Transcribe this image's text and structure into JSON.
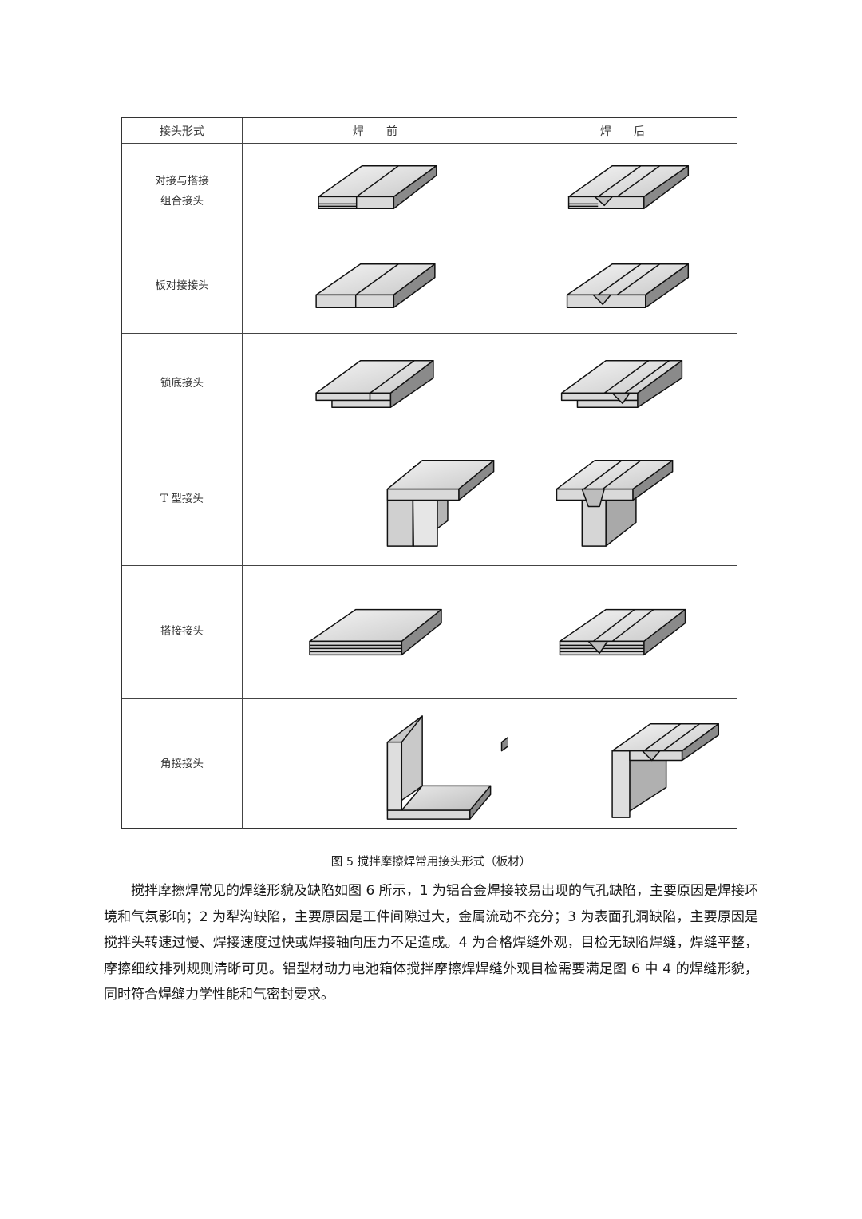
{
  "table": {
    "header": {
      "joint_form": "接头形式",
      "before": "焊　　前",
      "after": "焊　　后"
    },
    "rows": [
      {
        "label": "对接与搭接\n组合接头"
      },
      {
        "label": "板对接接头"
      },
      {
        "label": "锁底接头"
      },
      {
        "label": "T 型接头"
      },
      {
        "label": "搭接接头"
      },
      {
        "label": "角接接头"
      }
    ]
  },
  "caption": "图 5  搅拌摩擦焊常用接头形式（板材）",
  "paragraph": "搅拌摩擦焊常见的焊缝形貌及缺陷如图 6 所示，1 为铝合金焊接较易出现的气孔缺陷，主要原因是焊接环境和气氛影响；2 为犁沟缺陷，主要原因是工件间隙过大，金属流动不充分；3 为表面孔洞缺陷，主要原因是搅拌头转速过慢、焊接速度过快或焊接轴向压力不足造成。4 为合格焊缝外观，目检无缺陷焊缝，焊缝平整，摩擦细纹排列规则清晰可见。铝型材动力电池箱体搅拌摩擦焊焊缝外观目检需要满足图 6 中 4 的焊缝形貌，同时符合焊缝力学性能和气密封要求。"
}
